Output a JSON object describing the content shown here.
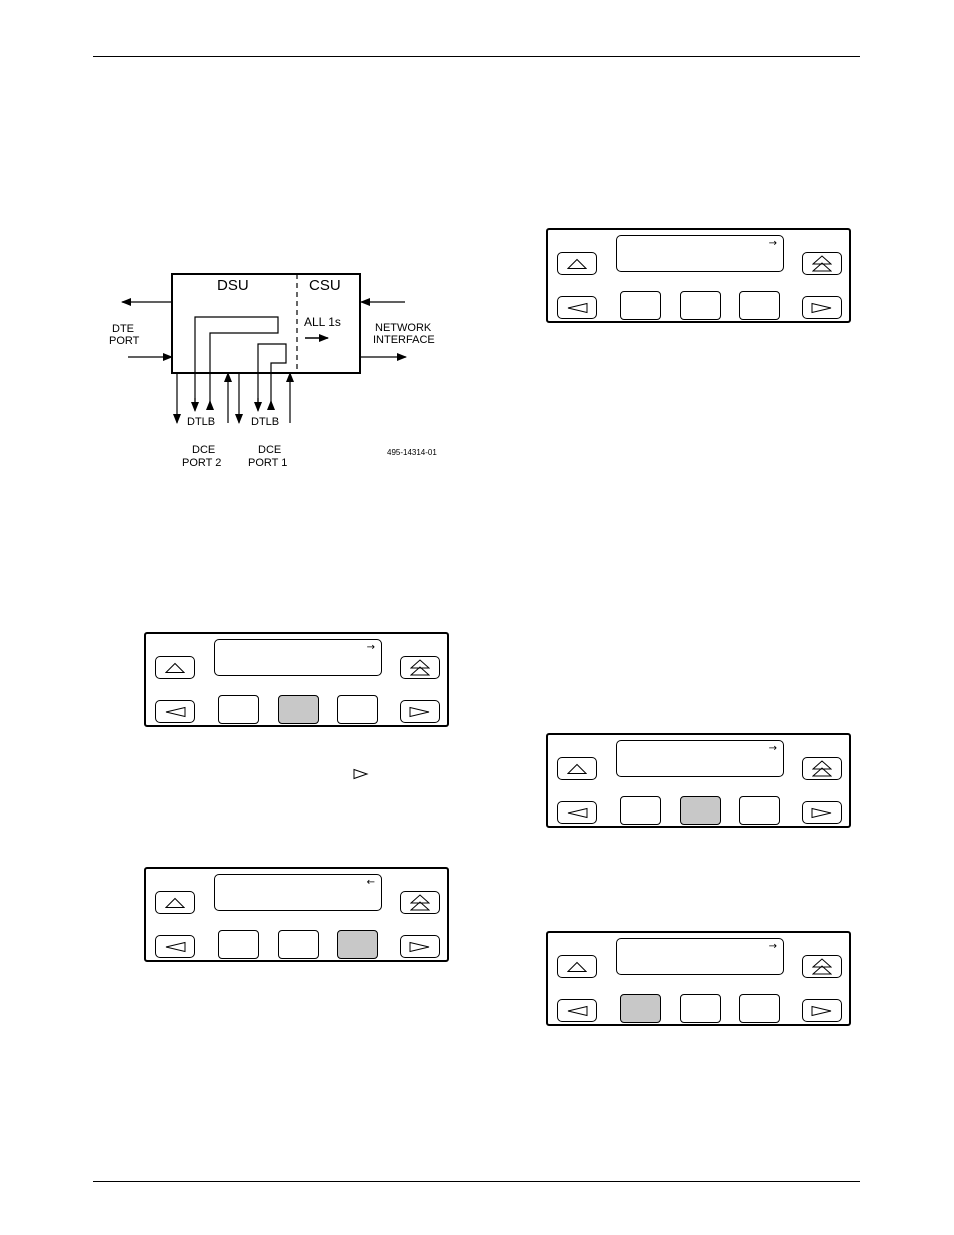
{
  "diagram": {
    "dsu_label": "DSU",
    "csu_label": "CSU",
    "dte_port_line1": "DTE",
    "dte_port_line2": "PORT",
    "network_interface_line1": "NETWORK",
    "network_interface_line2": "INTERFACE",
    "all1s_label": "ALL 1s",
    "dtlb_label_left": "DTLB",
    "dtlb_label_right": "DTLB",
    "dce_port2_line1": "DCE",
    "dce_port2_line2": "PORT 2",
    "dce_port1_line1": "DCE",
    "dce_port1_line2": "PORT 1",
    "figure_number": "495-14314-01"
  },
  "panels": [
    {
      "id": "panel-a",
      "lcd_indicator": "→",
      "selected_function_key": 0
    },
    {
      "id": "panel-b",
      "lcd_indicator": "→",
      "selected_function_key": 2
    },
    {
      "id": "panel-c",
      "lcd_indicator": "←",
      "selected_function_key": 3
    },
    {
      "id": "panel-d",
      "lcd_indicator": "→",
      "selected_function_key": 2
    },
    {
      "id": "panel-e",
      "lcd_indicator": "→",
      "selected_function_key": 1
    }
  ],
  "colors": {
    "selected_key": "#c8c8c8",
    "line": "#000000"
  },
  "icons": {
    "up": "up-arrow-icon",
    "top": "double-up-arrow-icon",
    "left": "left-arrow-icon",
    "right": "right-arrow-icon"
  }
}
